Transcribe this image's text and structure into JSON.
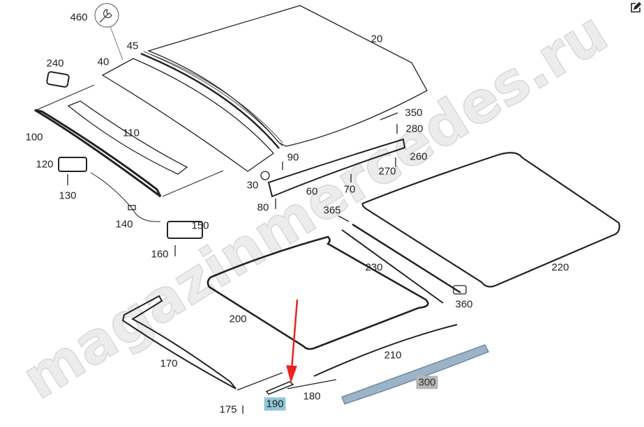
{
  "watermark": "magazinmercedes.ru",
  "edit_icon": "edit-icon",
  "highlight_colors": {
    "selected": "#8ec6d8",
    "secondary": "#b5b5b5",
    "arrow": "#e8251e"
  },
  "parts": {
    "p460": "460",
    "p45": "45",
    "p40": "40",
    "p240": "240",
    "p20": "20",
    "p110": "110",
    "p100": "100",
    "p120": "120",
    "p130": "130",
    "p350": "350",
    "p280": "280",
    "p260": "260",
    "p270": "270",
    "p90": "90",
    "p30": "30",
    "p60": "60",
    "p70": "70",
    "p80": "80",
    "p140": "140",
    "p150": "150",
    "p160": "160",
    "p365": "365",
    "p230": "230",
    "p220": "220",
    "p360": "360",
    "p200": "200",
    "p210": "210",
    "p170": "170",
    "p180": "180",
    "p175": "175",
    "p190": "190",
    "p300": "300"
  }
}
